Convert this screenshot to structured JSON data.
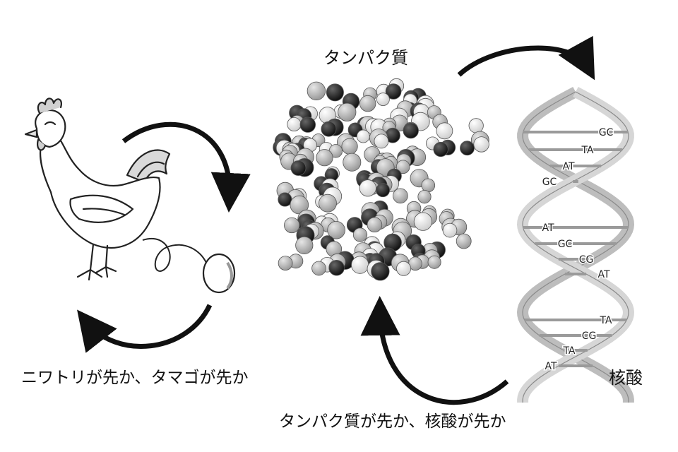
{
  "labels": {
    "protein": "タンパク質",
    "nucleic_acid": "核酸",
    "chicken_egg_question": "ニワトリが先か、タマゴが先か",
    "protein_nucleic_question": "タンパク質が先か、核酸が先か"
  },
  "dna_base_pairs": [
    "GC",
    "TA",
    "AT",
    "GC",
    "AT",
    "GC",
    "CG",
    "AT",
    "TA",
    "CG",
    "TA",
    "AT"
  ],
  "colors": {
    "arrow": "#111111",
    "atom_dark": "#1a1a1a",
    "atom_mid": "#bdbdbd",
    "atom_light": "#f2f2f2",
    "helix": "#cfcfcf"
  }
}
